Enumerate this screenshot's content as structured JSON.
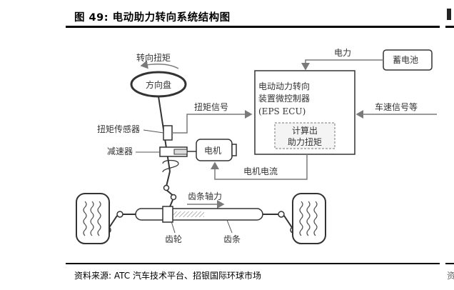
{
  "figure": {
    "title": "图 49: 电动助力转向系统结构图",
    "source": "资料来源: ATC 汽车技术平台、招银国际环球市场",
    "edge_char": "资"
  },
  "diagram": {
    "labels": {
      "steering_torque": "转向扭矩",
      "steering_wheel": "方向盘",
      "torque_sensor": "扭矩传感器",
      "reducer": "减速器",
      "motor": "电机",
      "torque_signal": "扭矩信号",
      "power": "电力",
      "battery": "蓄电池",
      "ecu_line1": "电动动力转向",
      "ecu_line2": "装置微控制器",
      "ecu_line3": "(EPS ECU)",
      "compute_line1": "计算出",
      "compute_line2": "助力扭矩",
      "speed_signal": "车速信号等",
      "motor_current": "电机电流",
      "rack_force": "齿条轴力",
      "pinion": "齿轮",
      "rack": "齿条"
    },
    "colors": {
      "line": "#7a7a7a",
      "dark": "#333333",
      "fill": "#f4f4f4",
      "stripe": "#9a9a9a"
    }
  }
}
